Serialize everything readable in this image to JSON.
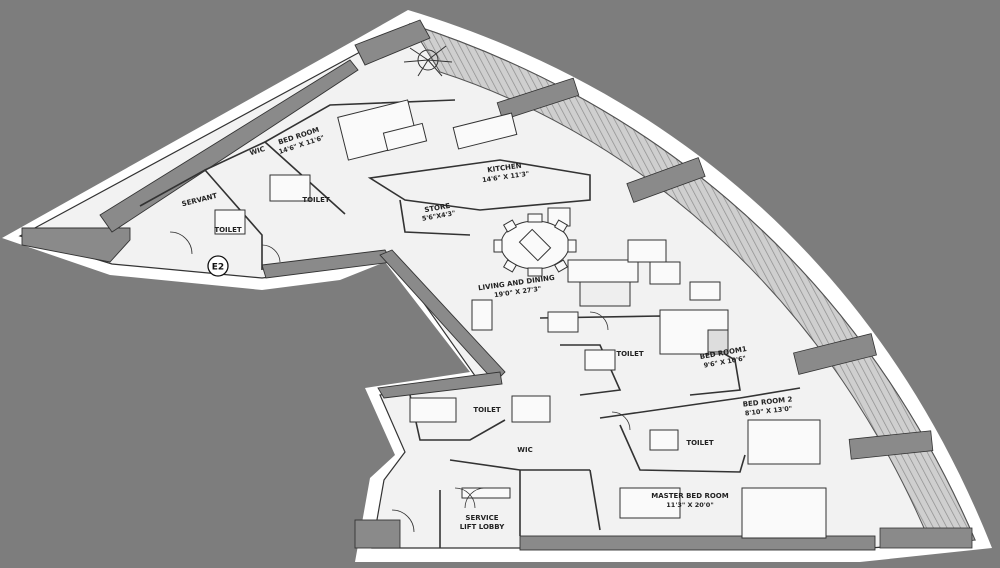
{
  "unit_tag": "E2",
  "rooms": {
    "bed_room": {
      "name": "BED ROOM",
      "dim": "14'6\" X 11'6\""
    },
    "wic_top": {
      "name": "WIC"
    },
    "servant": {
      "name": "SERVANT"
    },
    "toilet_servant": {
      "name": "TOILET"
    },
    "toilet_top": {
      "name": "TOILET"
    },
    "kitchen": {
      "name": "KITCHEN",
      "dim": "14'6\" X 11'3\""
    },
    "store": {
      "name": "STORE",
      "dim": "5'6\"X4'3\""
    },
    "living": {
      "name": "LIVING AND DINING",
      "dim": "19'0\" X 27'3\""
    },
    "bed_room_1": {
      "name": "BED ROOM1",
      "dim": "9'6\" X 10'6\""
    },
    "toilet_mid": {
      "name": "TOILET"
    },
    "bed_room_2": {
      "name": "BED ROOM 2",
      "dim": "8'10\" X 13'0\""
    },
    "toilet_b2": {
      "name": "TOILET"
    },
    "toilet_master": {
      "name": "TOILET"
    },
    "wic_master": {
      "name": "WIC"
    },
    "master": {
      "name": "MASTER BED ROOM",
      "dim": "11'3\" X 20'0\""
    },
    "lobby": {
      "name": "SERVICE",
      "name2": "LIFT LOBBY"
    }
  },
  "colors": {
    "background": "#7d7d7d",
    "floor": "#f2f2f2",
    "wall": "#8a8a8a",
    "balcony": "#c9c9c9",
    "outline": "#ffffff",
    "ink": "#222222"
  }
}
